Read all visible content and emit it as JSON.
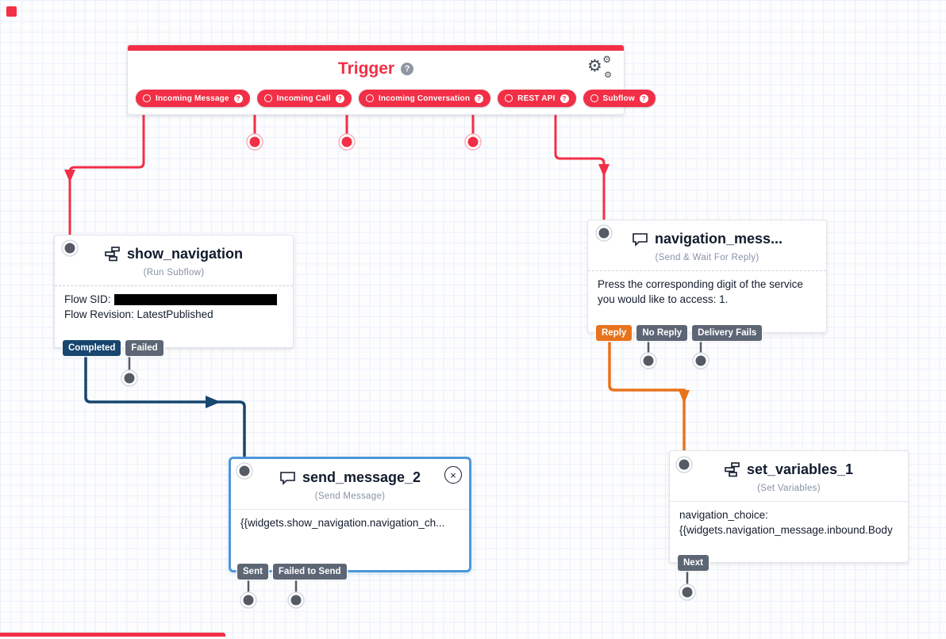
{
  "palette": {
    "red": "#F22F46",
    "navy": "#17466F",
    "orange": "#E8731D",
    "tag_gray": "#5D6675",
    "ink": "#121C2D",
    "muted_gray": "#8891AA",
    "selection_blue": "#4E97D9",
    "port_gray": "#555B64"
  },
  "trigger": {
    "title": "Trigger",
    "help": "?",
    "pills": [
      {
        "label": "Incoming Message",
        "help": "?"
      },
      {
        "label": "Incoming Call",
        "help": "?"
      },
      {
        "label": "Incoming Conversation",
        "help": "?"
      },
      {
        "label": "REST API",
        "help": "?"
      },
      {
        "label": "Subflow",
        "help": "?"
      }
    ]
  },
  "widgets": {
    "show_navigation": {
      "title": "show_navigation",
      "type": "(Run Subflow)",
      "flow_sid_label": "Flow SID:",
      "flow_revision": "Flow Revision: LatestPublished",
      "tags": {
        "completed": "Completed",
        "failed": "Failed"
      }
    },
    "navigation_message": {
      "title": "navigation_mess...",
      "type": "(Send & Wait For Reply)",
      "body": "Press the corresponding digit of the service you would like to access: 1.",
      "tags": {
        "reply": "Reply",
        "no_reply": "No Reply",
        "delivery_fails": "Delivery Fails"
      }
    },
    "send_message_2": {
      "title": "send_message_2",
      "type": "(Send Message)",
      "body": "{{widgets.show_navigation.navigation_ch...",
      "close": "×",
      "tags": {
        "sent": "Sent",
        "failed_to_send": "Failed to Send"
      }
    },
    "set_variables_1": {
      "title": "set_variables_1",
      "type": "(Set Variables)",
      "body_line1": "navigation_choice:",
      "body_line2": "{{widgets.navigation_message.inbound.Body",
      "tags": {
        "next": "Next"
      }
    }
  },
  "icons": {
    "gear": "⚙"
  }
}
